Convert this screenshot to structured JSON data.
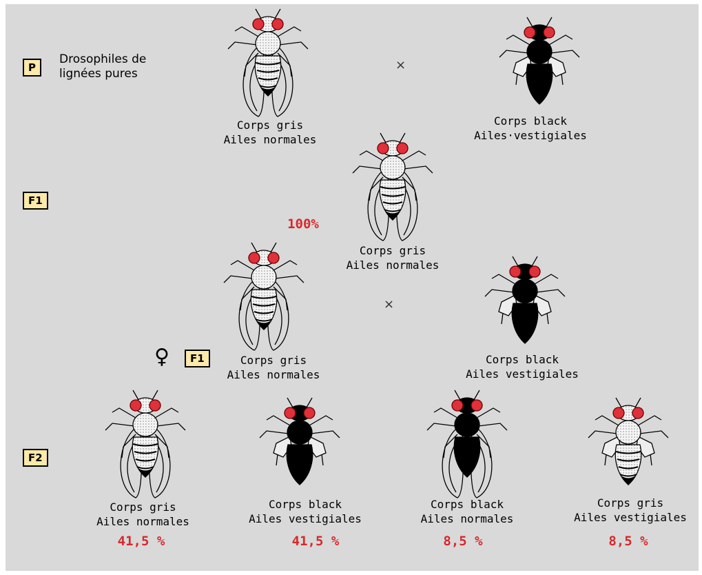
{
  "generations": {
    "p": "P",
    "f1": "F1",
    "f2": "F2",
    "f1_female": "F1"
  },
  "parents_caption": "Drosophiles de\nlignées pures",
  "cross_symbol": "×",
  "female_symbol": "♀",
  "parents": {
    "gray": {
      "line1": "Corps gris",
      "line2": "Ailes normales",
      "body": "gray",
      "wings": "normal"
    },
    "black": {
      "line1": "Corps black",
      "line2": "Ailes·vestigiales",
      "body": "black",
      "wings": "vestigial"
    }
  },
  "f1": {
    "line1": "Corps gris",
    "line2": "Ailes normales",
    "percent": "100%",
    "body": "gray",
    "wings": "normal"
  },
  "testcross": {
    "female": {
      "line1": "Corps gris",
      "line2": "Ailes normales",
      "body": "gray",
      "wings": "normal"
    },
    "male": {
      "line1": "Corps black",
      "line2": "Ailes vestigiales",
      "body": "black",
      "wings": "vestigial"
    }
  },
  "f2": [
    {
      "line1": "Corps gris",
      "line2": "Ailes normales",
      "percent": "41,5 %",
      "body": "gray",
      "wings": "normal"
    },
    {
      "line1": "Corps black",
      "line2": "Ailes vestigiales",
      "percent": "41,5 %",
      "body": "black",
      "wings": "vestigial"
    },
    {
      "line1": "Corps black",
      "line2": "Ailes normales",
      "percent": "8,5 %",
      "body": "black",
      "wings": "normal"
    },
    {
      "line1": "Corps gris",
      "line2": "Ailes vestigiales",
      "percent": "8,5 %",
      "body": "gray",
      "wings": "vestigial"
    }
  ],
  "colors": {
    "eye": "#e0303a",
    "percent": "#d8282c",
    "box": "#fde9a8",
    "background": "#d9d9d9"
  }
}
